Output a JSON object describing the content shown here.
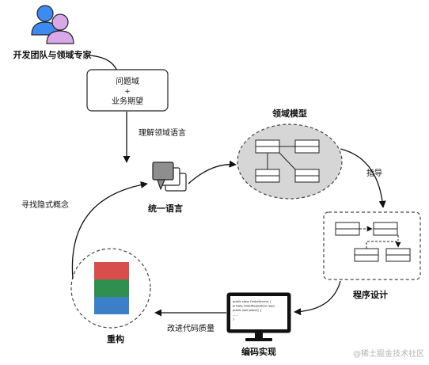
{
  "nodes": {
    "team": {
      "label": "开发团队与领域专家"
    },
    "problem_domain": {
      "line1": "问题域",
      "plus": "+",
      "line2": "业务期望"
    },
    "ubiquitous_language": {
      "label": "统一语言"
    },
    "domain_model": {
      "label": "领域模型"
    },
    "program_design": {
      "label": "程序设计"
    },
    "code_implementation": {
      "label": "编码实现",
      "code_lines": [
        "public class OrderService {",
        "  private OrderRepository repo;",
        "  public void place() {",
        "    ......",
        "  }"
      ]
    },
    "refactor": {
      "label": "重构"
    }
  },
  "edges": {
    "understand_language": {
      "label": "理解领域语言"
    },
    "guide": {
      "label": "指导"
    },
    "improve_code_quality": {
      "label": "改进代码质量"
    },
    "find_implicit_concepts": {
      "label": "寻找隐式概念"
    }
  },
  "colors": {
    "person_front": "#3d8bf2",
    "person_back": "#d9a8e8",
    "model_fill": "#d6d6d6",
    "block_red": "#d94d4d",
    "block_green": "#2f8f4e",
    "block_blue": "#3a7fc8"
  },
  "icons": [
    "people-icon",
    "chat-bubbles-icon",
    "monitor-icon",
    "stacked-blocks-icon"
  ],
  "watermark": "@稀土掘金技术社区"
}
